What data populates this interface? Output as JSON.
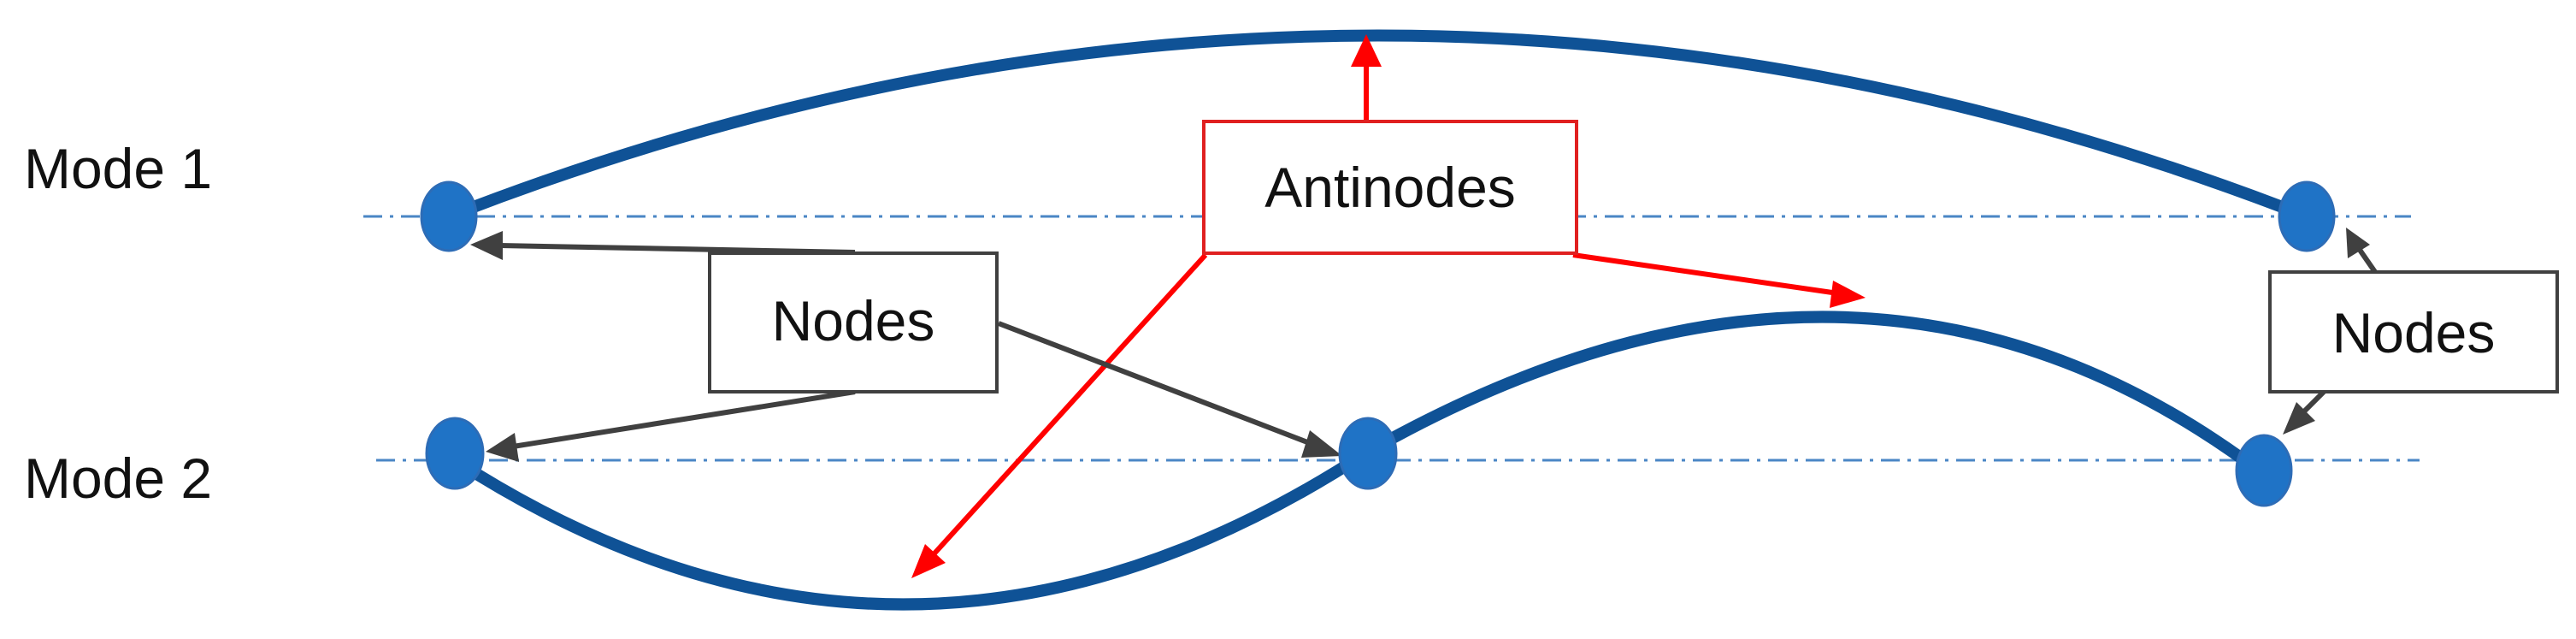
{
  "mode_labels": {
    "mode1": "Mode 1",
    "mode2": "Mode 2"
  },
  "callouts": {
    "antinodes": "Antinodes",
    "nodes_left": "Nodes",
    "nodes_right": "Nodes"
  },
  "colors": {
    "wave": "#0F5296",
    "node": "#1F73C6",
    "node_stroke": "#2D6CB6",
    "baseline": "#4A86C5",
    "antinode_arrow": "#FF0000",
    "node_arrow": "#404040",
    "box_border_nodes": "#404040",
    "box_border_antinodes": "#E02020"
  }
}
